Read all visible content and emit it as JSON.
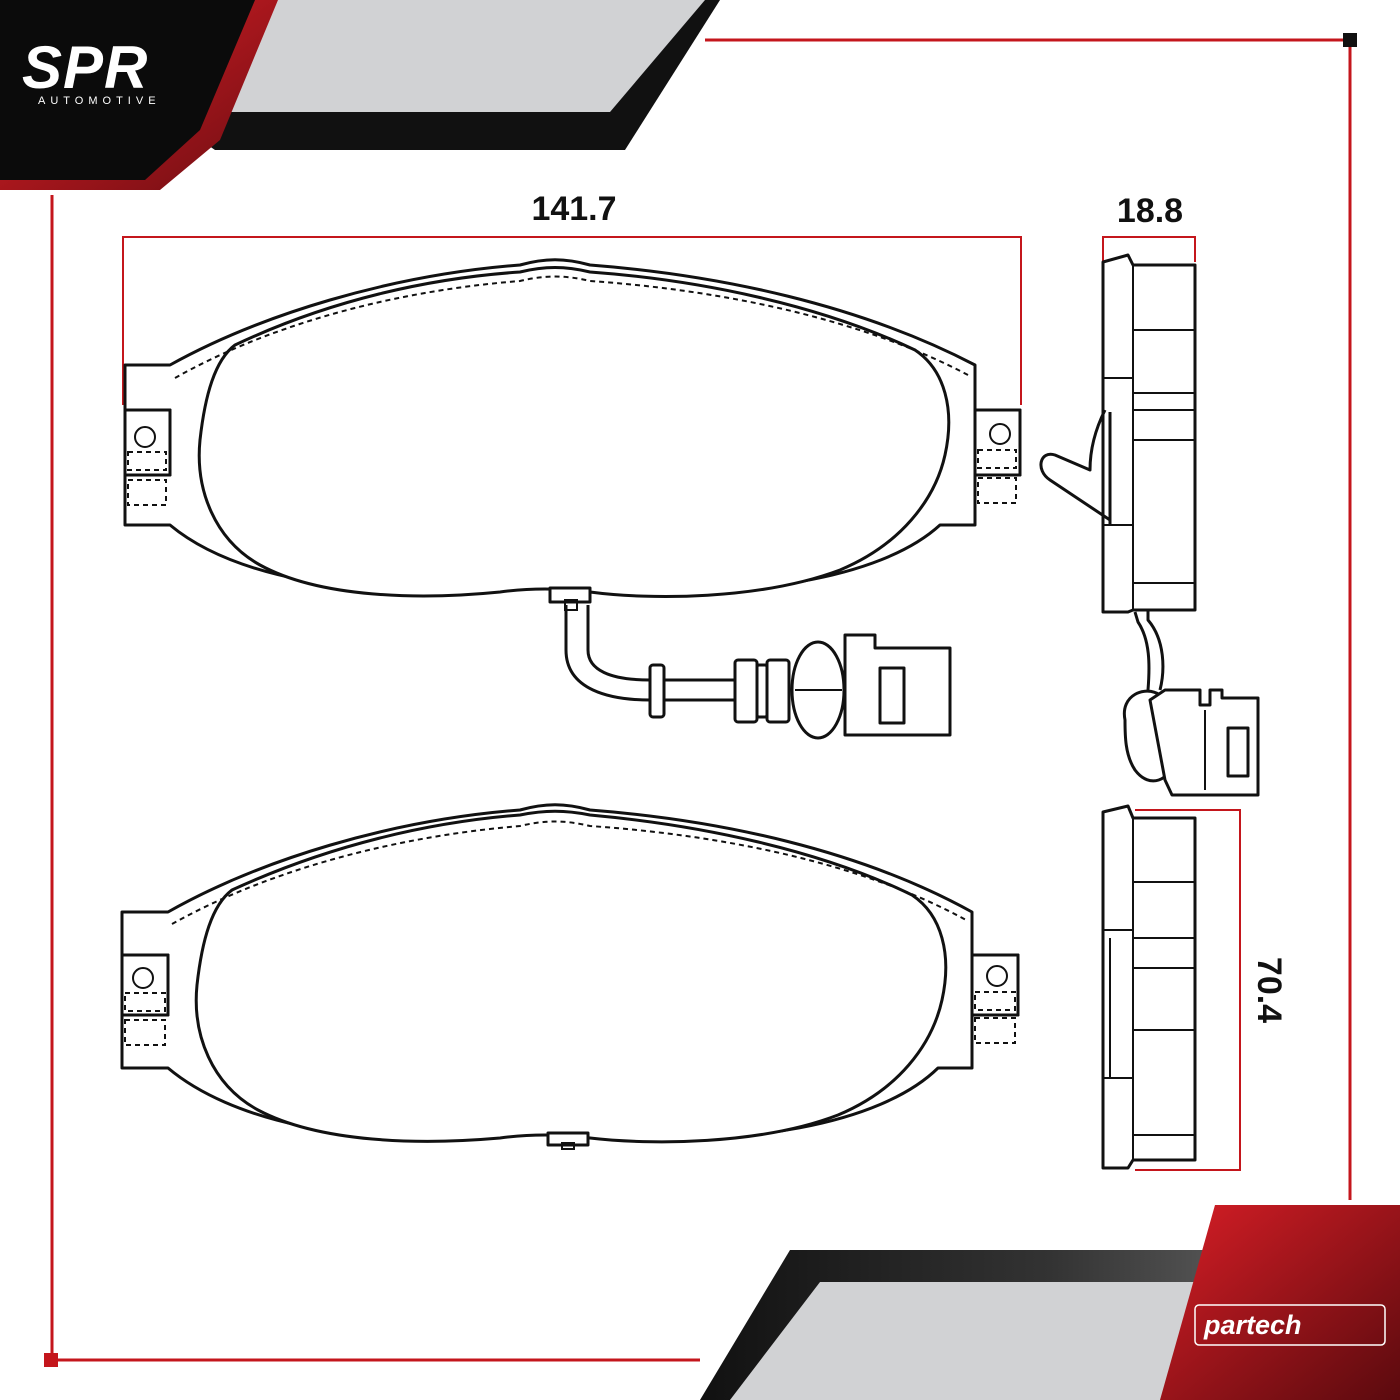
{
  "brand": {
    "logo_main": "SPR",
    "logo_sub": "AUTOMOTIVE",
    "partner": "partech"
  },
  "dimensions": {
    "width": "141.7",
    "thickness": "18.8",
    "height": "70.4"
  },
  "colors": {
    "accent_red": "#c4161c",
    "dark": "#111111",
    "banner_grey": "#d1d2d4"
  }
}
